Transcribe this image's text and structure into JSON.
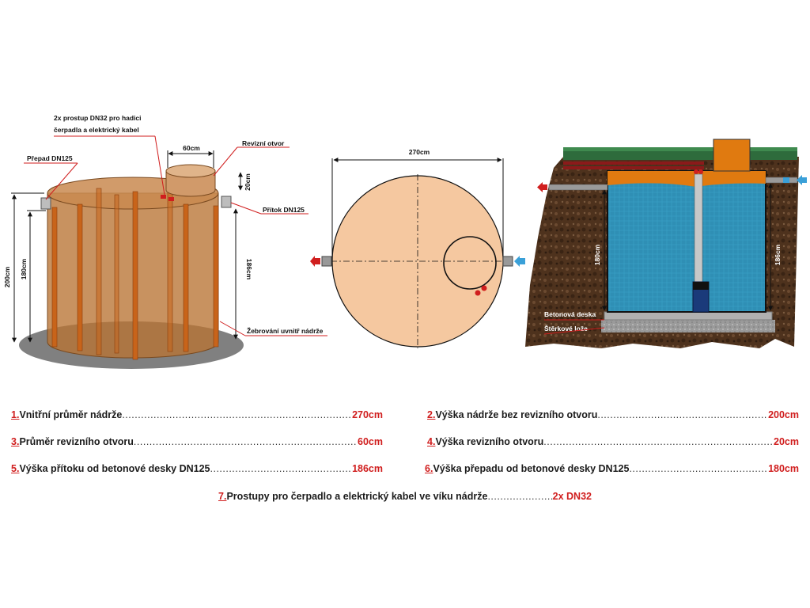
{
  "colors": {
    "tank_fill": "#b87333",
    "rib": "#c8641a",
    "base": "#808080",
    "top_view_fill": "#f5c8a0",
    "water": "#2f8fb5",
    "soil": "#5a3a22",
    "grass": "#2e6b3c",
    "lid": "#e07a10",
    "accent_red": "#d01e1e",
    "inlet_blue": "#3aa0d8"
  },
  "diagram_left": {
    "labels": {
      "cable_line1": "2x prostup DN32 pro hadici",
      "cable_line2": "čerpadla a elektrický kabel",
      "manhole": "Revizní otvor",
      "overflow": "Přepad DN125",
      "inlet": "Přítok DN125",
      "ribs": "Žebrování uvnitř nádrže"
    },
    "dims": {
      "manhole_diameter": "60cm",
      "manhole_height": "20cm",
      "total_height": "200cm",
      "overflow_height": "180cm",
      "inlet_height": "186cm"
    }
  },
  "diagram_middle": {
    "dims": {
      "diameter": "270cm"
    }
  },
  "diagram_right": {
    "labels": {
      "slab": "Betonová deska",
      "gravel": "Štěrkové lože"
    },
    "dims": {
      "overflow_height": "180cm",
      "inlet_height": "186cm"
    }
  },
  "specs": [
    {
      "num": "1.",
      "label": "Vnitřní průměr nádrže",
      "value": "270cm"
    },
    {
      "num": "2.",
      "label": "Výška nádrže bez revizního otvoru",
      "value": "200cm"
    },
    {
      "num": "3.",
      "label": "Průměr revizního otvoru",
      "value": "60cm"
    },
    {
      "num": "4.",
      "label": "Výška revizního otvoru",
      "value": "20cm"
    },
    {
      "num": "5.",
      "label": "Výška přítoku od betonové desky DN125",
      "value": "186cm"
    },
    {
      "num": "6.",
      "label": "Výška přepadu od betonové desky DN125",
      "value": "180cm"
    },
    {
      "num": "7.",
      "label": "Prostupy pro čerpadlo a elektrický kabel ve víku nádrže",
      "value": "2x DN32"
    }
  ]
}
